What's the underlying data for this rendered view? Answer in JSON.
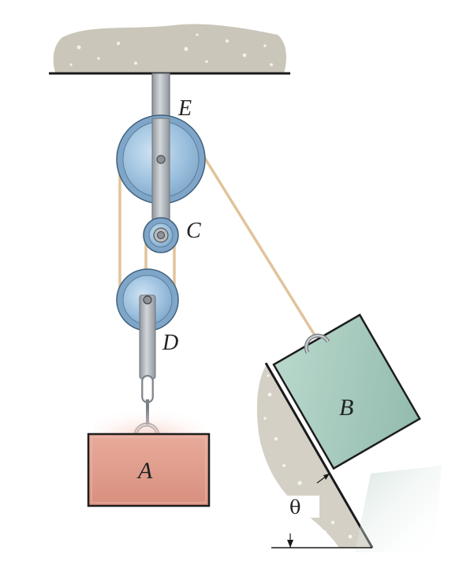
{
  "figure": {
    "labels": {
      "E": "E",
      "C": "C",
      "D": "D",
      "A": "A",
      "B": "B",
      "theta": "θ"
    },
    "colors": {
      "ceiling": "#c9c4b8",
      "ceiling_line": "#1a1a1a",
      "rod": "#b7bcc2",
      "pulley_outer": "#9cc0de",
      "pulley_inner": "#b9d6ee",
      "pulley_edge": "#4e6f8c",
      "rope": "#e5c7a1",
      "block_a": "#e3a190",
      "block_b": "#a8cbbe",
      "incline": "#cfcbc0"
    }
  }
}
